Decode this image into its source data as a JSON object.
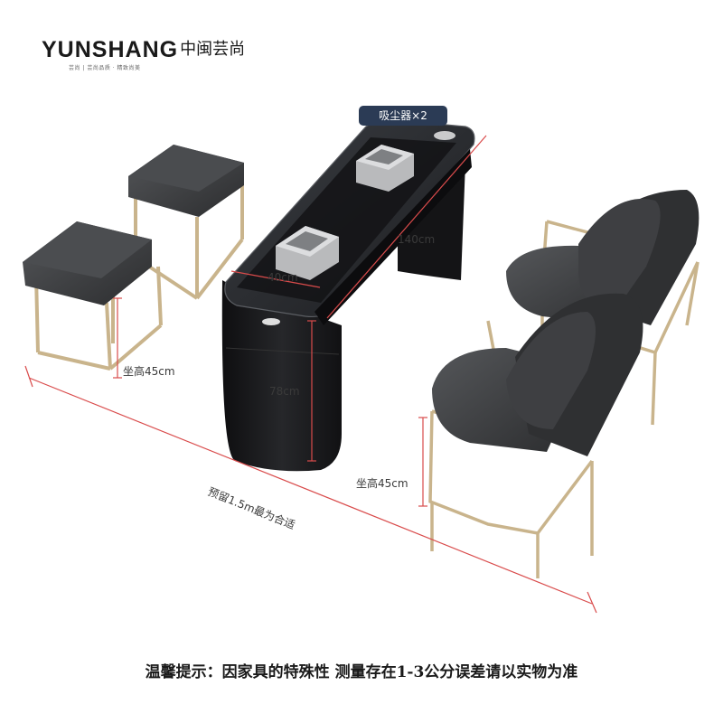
{
  "brand": {
    "logo_text": "YUNSHANG",
    "logo_cn": "中闽芸尚",
    "logo_tagline": "芸尚 | 芸尚品质 · 精致尚美"
  },
  "badge": {
    "vacuum": "吸尘器×2"
  },
  "dimensions": {
    "length": "140cm",
    "width": "40cm",
    "height": "78cm",
    "stool_seat": "坐高45cm",
    "chair_seat": "坐高45cm",
    "spacing": "预留1.5m最为合适"
  },
  "notice": "温馨提示：因家具的特殊性 测量存在1-3公分误差请以实物为准",
  "colors": {
    "dimension_line": "#d94b4b",
    "frame_gold": "#c9b48c",
    "upholstery": "#3a3b3d",
    "table": "#1b1b1d",
    "badge": "#2b3b55"
  }
}
